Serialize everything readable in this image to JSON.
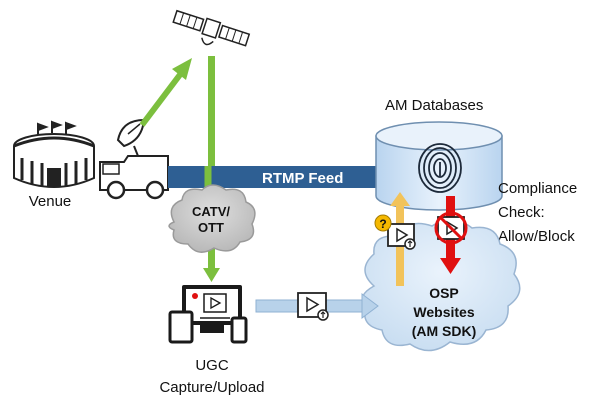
{
  "labels": {
    "venue": "Venue",
    "rtmp_feed": "RTMP Feed",
    "am_databases": "AM Databases",
    "compliance_line1": "Compliance",
    "compliance_line2": "Check:",
    "compliance_line3": "Allow/Block",
    "catv_line1": "CATV/",
    "catv_line2": "OTT",
    "osp_line1": "OSP",
    "osp_line2": "Websites",
    "osp_line3": "(AM SDK)",
    "ugc_line1": "UGC",
    "ugc_line2": "Capture/Upload",
    "question_mark": "?"
  },
  "colors": {
    "rtmp_arrow": "#2e5f93",
    "green_arrow": "#7cbf3e",
    "red_arrow": "#e01010",
    "yellow_arrow": "#f2c35a",
    "light_blue_arrow": "#b8d2ea",
    "database_fill": "#cfe3f7",
    "cloud_gray": "#c9c9c9",
    "cloud_blue": "#d6e6f6",
    "question_badge": "#f5b800"
  },
  "icons": [
    "stadium-icon",
    "satellite-dish-icon",
    "broadcast-truck-icon",
    "satellite-icon",
    "fingerprint-icon",
    "video-upload-icon",
    "blocked-video-icon",
    "question-badge-icon",
    "multi-device-icon"
  ]
}
